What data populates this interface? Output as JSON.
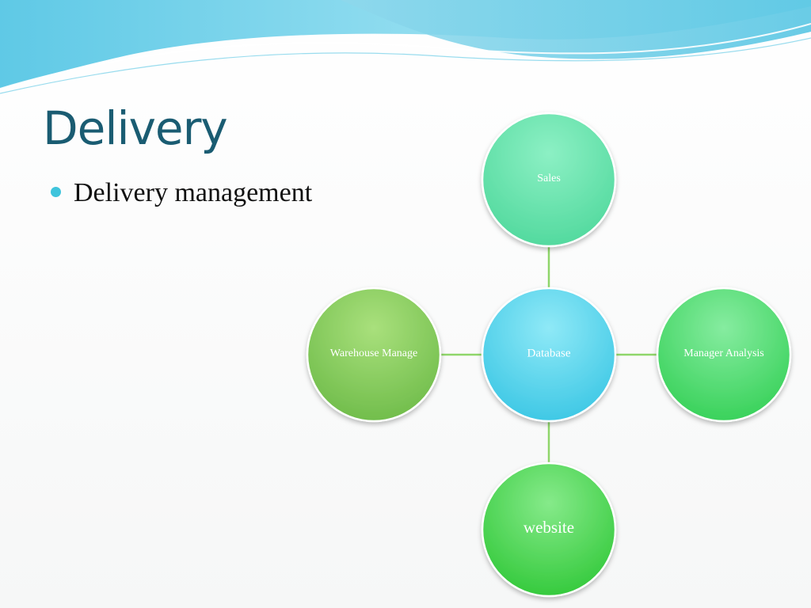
{
  "slide": {
    "title": "Delivery",
    "bullets": [
      {
        "text": "Delivery management"
      }
    ]
  },
  "diagram": {
    "hub": {
      "label": "Database"
    },
    "spokes": [
      {
        "label": "Sales"
      },
      {
        "label": "Warehouse Manage"
      },
      {
        "label": "Manager Analysis"
      },
      {
        "label": "website"
      }
    ]
  },
  "colors": {
    "title": "#1a5c72",
    "bullet": "#3fc4dc",
    "connector": "#8fd66a",
    "hub": "#49d0ea",
    "sales": "#5ee0aa",
    "warehouse": "#7cc95a",
    "manager": "#4ed86a",
    "website": "#48d048"
  }
}
